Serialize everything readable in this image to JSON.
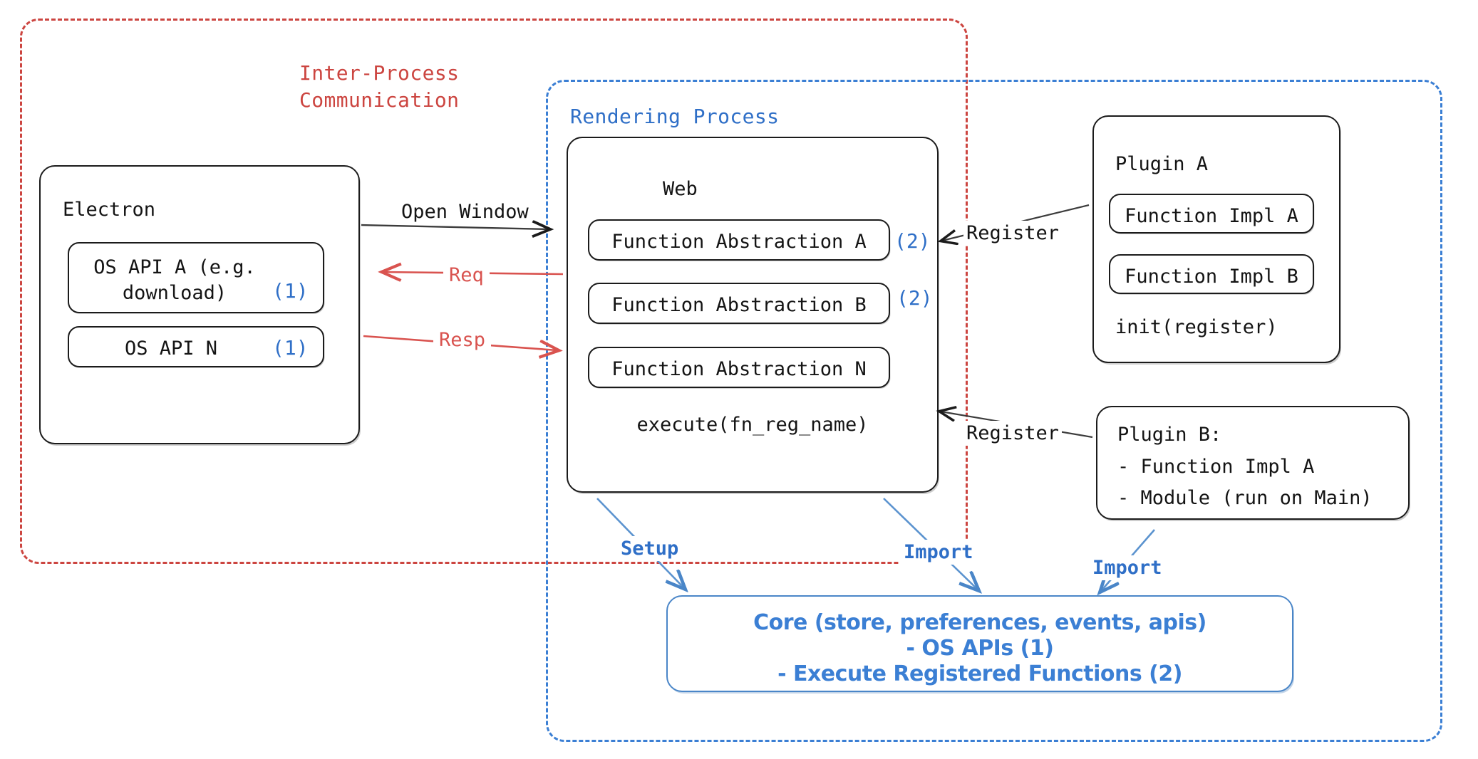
{
  "diagram": {
    "title": "Electron plugin architecture",
    "colors": {
      "ipc_red": "#cc4540",
      "render_blue": "#3b7fd4",
      "marker_blue": "#2f6fc7",
      "core_blue": "#3b7fd4",
      "ink": "#1b1b1b",
      "arrow_red": "#d9534f"
    }
  },
  "groups": {
    "ipc": {
      "label": "Inter-Process\nCommunication"
    },
    "rendering": {
      "label": "Rendering Process"
    }
  },
  "electron": {
    "title": "Electron",
    "apis": [
      {
        "label": "OS API A (e.g.\ndownload)",
        "marker": "(1)"
      },
      {
        "label": "OS API N",
        "marker": "(1)"
      }
    ]
  },
  "web": {
    "title": "Web",
    "abstractions": [
      {
        "label": "Function Abstraction A",
        "marker": "(2)"
      },
      {
        "label": "Function Abstraction B",
        "marker": "(2)"
      },
      {
        "label": "Function Abstraction N",
        "marker": ""
      }
    ],
    "footer": "execute(fn_reg_name)"
  },
  "plugin_a": {
    "title": "Plugin A",
    "items": [
      {
        "label": "Function Impl A"
      },
      {
        "label": "Function Impl B"
      }
    ],
    "footer": "init(register)"
  },
  "plugin_b": {
    "lines": [
      "Plugin B:",
      "- Function Impl A",
      "- Module (run on Main)"
    ]
  },
  "core": {
    "lines": [
      "Core (store, preferences, events, apis)",
      "- OS APIs (1)",
      "- Execute Registered Functions (2)"
    ]
  },
  "edges": {
    "open_window": "Open Window",
    "req": "Req",
    "resp": "Resp",
    "register_a": "Register",
    "register_b": "Register",
    "setup": "Setup",
    "import_web": "Import",
    "import_plugin_b": "Import"
  }
}
